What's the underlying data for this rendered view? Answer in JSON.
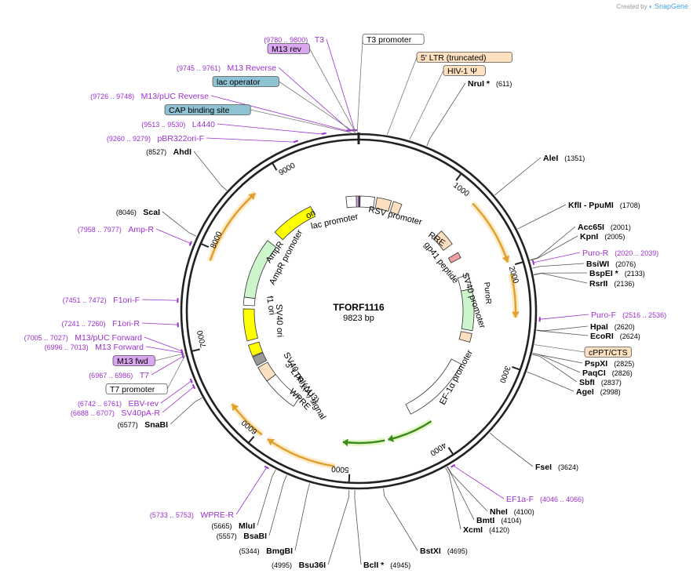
{
  "credit": {
    "prefix": "Created by",
    "brand": "SnapGene"
  },
  "plasmid": {
    "name": "TFORF1116",
    "size_label": "9823 bp",
    "length": 9823
  },
  "colors": {
    "backbone": "#222222",
    "primer": "#9b30d0",
    "enzyme_line": "#555555",
    "orange_arc": "#e0a030",
    "green_arc": "#3a8a1e",
    "yellow": "#ffff00",
    "ltr": "#fde0c0",
    "puro": "#ccf5cc"
  },
  "ticks": [
    {
      "pos": 1000,
      "label": "1000"
    },
    {
      "pos": 2000,
      "label": "2000"
    },
    {
      "pos": 3000,
      "label": "3000"
    },
    {
      "pos": 4000,
      "label": "4000"
    },
    {
      "pos": 5000,
      "label": "5000"
    },
    {
      "pos": 6000,
      "label": "6000"
    },
    {
      "pos": 7000,
      "label": "7000"
    },
    {
      "pos": 8000,
      "label": "8000"
    },
    {
      "pos": 9000,
      "label": "9000"
    }
  ],
  "enzymes_right": [
    {
      "pos": 611,
      "name": "NruI *",
      "num": "(611)"
    },
    {
      "pos": 1351,
      "name": "AleI",
      "num": "(1351)"
    },
    {
      "pos": 1708,
      "name": "KflI  - PpuMI",
      "num": "(1708)"
    },
    {
      "pos": 2001,
      "name": "Acc65I",
      "num": "(2001)"
    },
    {
      "pos": 2005,
      "name": "KpnI",
      "num": "(2005)"
    },
    {
      "pos": 2076,
      "name": "BsiWI",
      "num": "(2076)"
    },
    {
      "pos": 2133,
      "name": "BspEI *",
      "num": "(2133)"
    },
    {
      "pos": 2136,
      "name": "RsrII",
      "num": "(2136)"
    },
    {
      "pos": 2620,
      "name": "HpaI",
      "num": "(2620)"
    },
    {
      "pos": 2624,
      "name": "EcoRI",
      "num": "(2624)"
    },
    {
      "pos": 2825,
      "name": "PspXI",
      "num": "(2825)"
    },
    {
      "pos": 2826,
      "name": "PaqCI",
      "num": "(2826)"
    },
    {
      "pos": 2837,
      "name": "SbfI",
      "num": "(2837)"
    },
    {
      "pos": 2998,
      "name": "AgeI",
      "num": "(2998)"
    },
    {
      "pos": 3624,
      "name": "FseI",
      "num": "(3624)"
    },
    {
      "pos": 4100,
      "name": "NheI",
      "num": "(4100)"
    },
    {
      "pos": 4104,
      "name": "BmtI",
      "num": "(4104)"
    },
    {
      "pos": 4120,
      "name": "XcmI",
      "num": "(4120)"
    },
    {
      "pos": 4695,
      "name": "BstXI",
      "num": "(4695)"
    },
    {
      "pos": 4945,
      "name": "BclI *",
      "num": "(4945)"
    }
  ],
  "enzymes_left": [
    {
      "pos": 4995,
      "name": "Bsu36I",
      "num": "(4995)"
    },
    {
      "pos": 5344,
      "name": "BmgBI",
      "num": "(5344)"
    },
    {
      "pos": 5557,
      "name": "BsaBI",
      "num": "(5557)"
    },
    {
      "pos": 5665,
      "name": "MluI",
      "num": "(5665)"
    },
    {
      "pos": 6577,
      "name": "SnaBI",
      "num": "(6577)"
    },
    {
      "pos": 8046,
      "name": "ScaI",
      "num": "(8046)"
    },
    {
      "pos": 8527,
      "name": "AhdI",
      "num": "(8527)"
    }
  ],
  "primers_right": [
    {
      "pos": 2030,
      "name": "Puro-R",
      "num": "(2020 .. 2039)"
    },
    {
      "pos": 2526,
      "name": "Puro-F",
      "num": "(2516 .. 2536)"
    },
    {
      "pos": 4056,
      "name": "EF1a-F",
      "num": "(4046 .. 4066)"
    }
  ],
  "primers_left": [
    {
      "pos": 5743,
      "name": "WPRE-R",
      "num": "(5733 .. 5753)"
    },
    {
      "pos": 6697,
      "name": "SV40pA-R",
      "num": "(6688 .. 6707)"
    },
    {
      "pos": 6751,
      "name": "EBV-rev",
      "num": "(6742 .. 6761)"
    },
    {
      "pos": 6976,
      "name": "T7",
      "num": "(6967 .. 6986)"
    },
    {
      "pos": 7004,
      "name": "M13 Forward",
      "num": "(6996 .. 7013)"
    },
    {
      "pos": 7016,
      "name": "M13/pUC Forward",
      "num": "(7005 .. 7027)"
    },
    {
      "pos": 7250,
      "name": "F1ori-R",
      "num": "(7241 .. 7260)"
    },
    {
      "pos": 7461,
      "name": "F1ori-F",
      "num": "(7451 .. 7472)"
    },
    {
      "pos": 7967,
      "name": "Amp-R",
      "num": "(7958 .. 7977)"
    },
    {
      "pos": 9270,
      "name": "pBR322ori-F",
      "num": "(9260 .. 9279)"
    },
    {
      "pos": 9521,
      "name": "L4440",
      "num": "(9513 .. 9530)"
    },
    {
      "pos": 9737,
      "name": "M13/pUC Reverse",
      "num": "(9726 .. 9748)"
    },
    {
      "pos": 9753,
      "name": "M13 Reverse",
      "num": "(9745 .. 9761)"
    },
    {
      "pos": 9790,
      "name": "T3",
      "num": "(9780 .. 9800)"
    }
  ],
  "boxed_labels": [
    {
      "pos": 9795,
      "text": "M13 rev",
      "fill": "#d9a6f0"
    },
    {
      "pos": 9790,
      "text": "lac operator",
      "fill": "#8fc2d2"
    },
    {
      "pos": 9760,
      "text": "CAP binding site",
      "fill": "#8fc2d2"
    },
    {
      "pos": 6995,
      "text": "M13 fwd",
      "fill": "#d9a6f0"
    },
    {
      "pos": 6980,
      "text": "T7 promoter",
      "fill": "#ffffff"
    },
    {
      "pos": 9810,
      "text": "T3 promoter",
      "fill": "#ffffff"
    },
    {
      "pos": 250,
      "text": "5' LTR (truncated)",
      "fill": "#fde0c0"
    },
    {
      "pos": 450,
      "text": "HIV-1 Ψ",
      "fill": "#fde0c0"
    },
    {
      "pos": 2750,
      "text": "cPPT/CTS",
      "fill": "#fde0c0"
    }
  ],
  "inner_labels": [
    {
      "text": "lac promoter"
    },
    {
      "text": "RSV promoter"
    },
    {
      "text": "RRE"
    },
    {
      "text": "gp41 peptide"
    },
    {
      "text": "SV40 promoter"
    },
    {
      "text": "PuroR"
    },
    {
      "text": "EF-1α promoter"
    },
    {
      "text": "WPRE"
    },
    {
      "text": "3' LTR (ΔU3)"
    },
    {
      "text": "SV40 poly(A) signal"
    },
    {
      "text": "f1 ori"
    },
    {
      "text": "SV40 ori"
    },
    {
      "text": "AmpR promoter"
    },
    {
      "text": "AmpR"
    },
    {
      "text": "ori"
    }
  ]
}
